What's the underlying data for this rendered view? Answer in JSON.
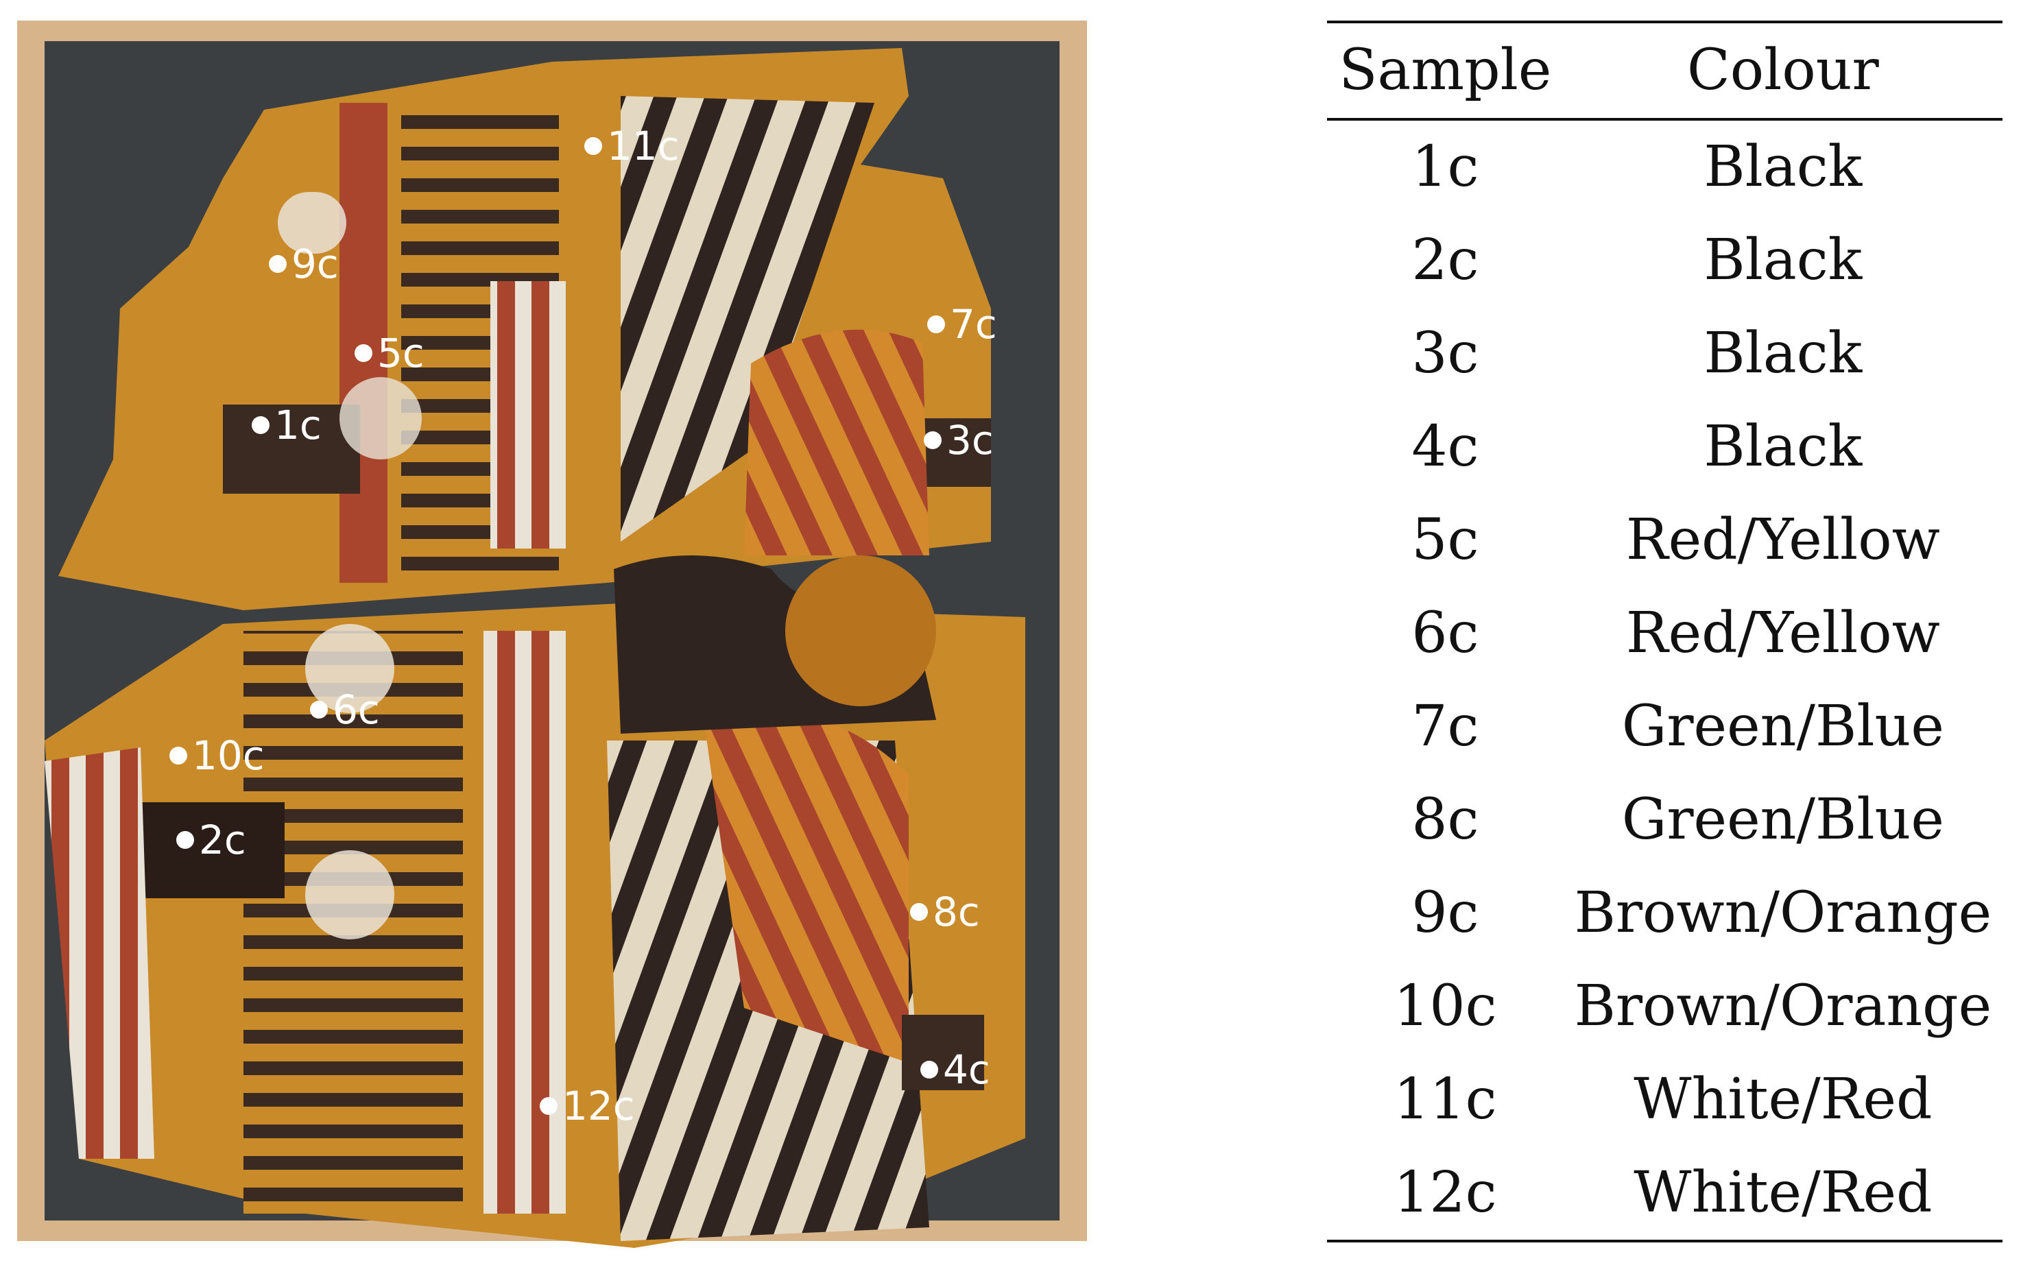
{
  "markers": [
    {
      "id": "1c",
      "label": "1c"
    },
    {
      "id": "2c",
      "label": "2c"
    },
    {
      "id": "3c",
      "label": "3c"
    },
    {
      "id": "4c",
      "label": "4c"
    },
    {
      "id": "5c",
      "label": "5c"
    },
    {
      "id": "6c",
      "label": "6c"
    },
    {
      "id": "7c",
      "label": "7c"
    },
    {
      "id": "8c",
      "label": "8c"
    },
    {
      "id": "9c",
      "label": "9c"
    },
    {
      "id": "10c",
      "label": "10c"
    },
    {
      "id": "11c",
      "label": "11c"
    },
    {
      "id": "12c",
      "label": "12c"
    }
  ],
  "table": {
    "headers": {
      "sample": "Sample",
      "colour": "Colour"
    },
    "rows": [
      {
        "sample": "1c",
        "colour": "Black"
      },
      {
        "sample": "2c",
        "colour": "Black"
      },
      {
        "sample": "3c",
        "colour": "Black"
      },
      {
        "sample": "4c",
        "colour": "Black"
      },
      {
        "sample": "5c",
        "colour": "Red/Yellow"
      },
      {
        "sample": "6c",
        "colour": "Red/Yellow"
      },
      {
        "sample": "7c",
        "colour": "Green/Blue"
      },
      {
        "sample": "8c",
        "colour": "Green/Blue"
      },
      {
        "sample": "9c",
        "colour": "Brown/Orange"
      },
      {
        "sample": "10c",
        "colour": "Brown/Orange"
      },
      {
        "sample": "11c",
        "colour": "White/Red"
      },
      {
        "sample": "12c",
        "colour": "White/Red"
      }
    ]
  },
  "colors": {
    "frame": "#d8b48a",
    "board": "#3b3f42",
    "ochre": "#c98a2a",
    "dark_brown": "#3a2a22",
    "red": "#a8452c",
    "white": "#e9e2d6"
  }
}
